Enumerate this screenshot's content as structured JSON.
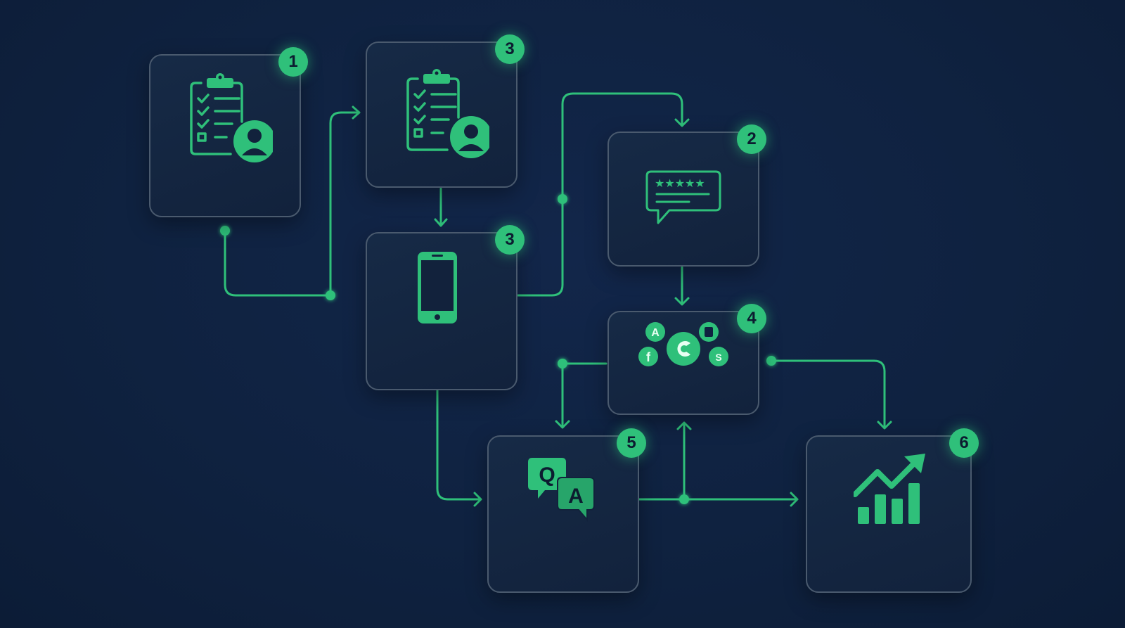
{
  "diagram": {
    "type": "workflow",
    "theme": {
      "background": "#0f2240",
      "accent": "#2fc07a",
      "card_border": "#4a5a6e",
      "badge_text": "#0c1c30"
    },
    "nodes": [
      {
        "id": "n1",
        "badge": "1",
        "icon": "clipboard-user-icon",
        "meaning": "checklist with user profile"
      },
      {
        "id": "n3a",
        "badge": "3",
        "icon": "clipboard-user-icon",
        "meaning": "checklist with user profile"
      },
      {
        "id": "n3b",
        "badge": "3",
        "icon": "smartphone-icon",
        "meaning": "mobile phone"
      },
      {
        "id": "n2",
        "badge": "2",
        "icon": "star-review-icon",
        "meaning": "five-star review speech bubble"
      },
      {
        "id": "n4",
        "badge": "4",
        "icon": "integrations-cluster-icon",
        "meaning": "app integrations cluster (A, f, C, Shazam, book)"
      },
      {
        "id": "n5",
        "badge": "5",
        "icon": "qa-bubbles-icon",
        "meaning": "Q and A chat bubbles",
        "q_label": "Q",
        "a_label": "A"
      },
      {
        "id": "n6",
        "badge": "6",
        "icon": "growth-chart-icon",
        "meaning": "rising bar chart with arrow"
      }
    ],
    "edges": [
      {
        "from": "n1",
        "to": "n3a"
      },
      {
        "from": "n3a",
        "to": "n3b"
      },
      {
        "from": "n3b",
        "to": "n2"
      },
      {
        "from": "n2",
        "to": "n4"
      },
      {
        "from": "n4",
        "to": "n5"
      },
      {
        "from": "n3b",
        "to": "n5"
      },
      {
        "from": "n5",
        "to": "n4"
      },
      {
        "from": "n5",
        "to": "n6"
      },
      {
        "from": "n4",
        "to": "n6"
      }
    ],
    "integration_labels": {
      "adobe": "A",
      "facebook": "f",
      "center": "C",
      "shazam": "S"
    }
  }
}
